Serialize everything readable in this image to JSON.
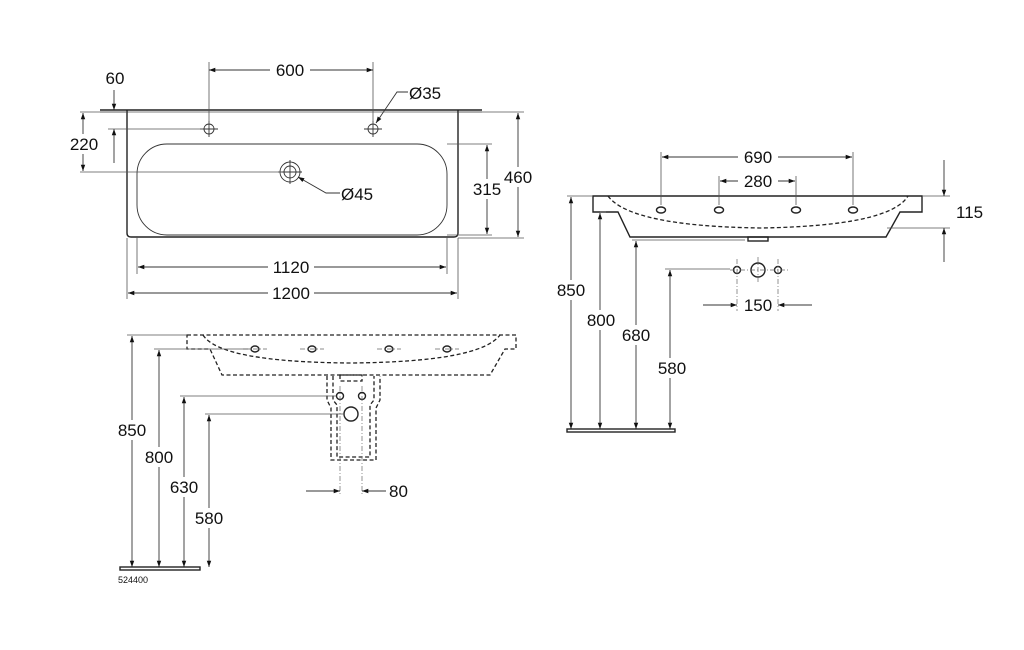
{
  "drawing_code": "524400",
  "top_view": {
    "hole_spacing": "600",
    "deck_offset": "60",
    "tap_hole_dia": "Ø35",
    "drain_offset": "220",
    "drain_dia": "Ø45",
    "bowl_depth": "315",
    "overall_depth": "460",
    "bowl_width": "1120",
    "overall_width": "1200"
  },
  "front_view": {
    "height_top": "850",
    "height_rim": "800",
    "height_supply": "630",
    "height_drain": "580",
    "supply_spacing": "80"
  },
  "side_view": {
    "outer_hole_spacing": "690",
    "inner_hole_spacing": "280",
    "basin_thickness": "115",
    "height_top": "850",
    "height_rim": "800",
    "height_underside": "680",
    "height_drain": "580",
    "supply_spacing": "150"
  }
}
